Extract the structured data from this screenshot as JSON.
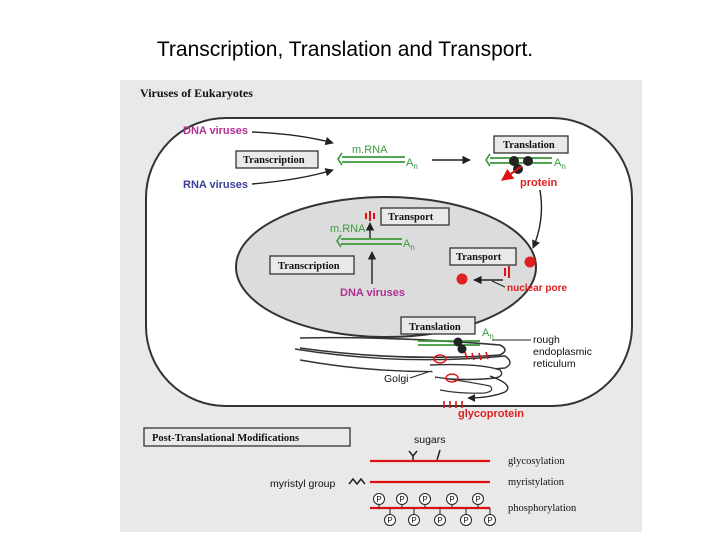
{
  "slide": {
    "title": "Transcription, Translation and Transport."
  },
  "figure": {
    "heading": "Viruses of Eukaryotes",
    "inputs": {
      "dna_viruses": "DNA viruses",
      "rna_viruses": "RNA viruses",
      "nuclear_dna_viruses": "DNA viruses"
    },
    "boxes": {
      "transcription_cytoplasm": "Transcription",
      "translation_cytoplasm": "Translation",
      "transport_top": "Transport",
      "transcription_nucleus": "Transcription",
      "transport_right": "Transport",
      "translation_er": "Translation"
    },
    "molecules": {
      "mrna_top": "m.RNA",
      "mrna_nucleus": "m.RNA",
      "poly_a": "A",
      "poly_a_sub": "n",
      "protein": "protein",
      "nuclear_pore": "nuclear pore",
      "glycoprotein": "glycoprotein"
    },
    "organelles": {
      "rough_er": [
        "rough",
        "endoplasmic",
        "reticulum"
      ],
      "golgi": "Golgi"
    },
    "modifications": {
      "title": "Post-Translational Modifications",
      "sugars": "sugars",
      "myristyl_group": "myristyl group",
      "glycosylation": "glycosylation",
      "myristylation": "myristylation",
      "phosphorylation": "phosphorylation",
      "phosphate_symbol": "P"
    },
    "colors": {
      "dna_virus": "#b0308f",
      "rna_virus": "#3b3f95",
      "mrna": "#3a9a3a",
      "protein": "#e02020",
      "panel_bg": "#e9e9ea"
    }
  }
}
